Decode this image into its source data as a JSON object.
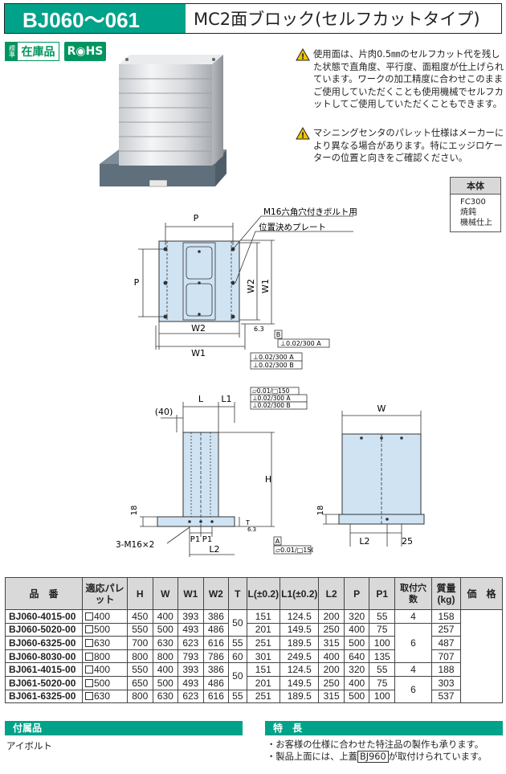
{
  "header": {
    "code": "BJ060～061",
    "title": "MC2面ブロック(セルフカットタイプ)"
  },
  "badges": {
    "std_small": "標準",
    "stock": "在庫品",
    "rohs": "R◉HS"
  },
  "notes": [
    "使用面は、片肉0.5㎜のセルフカット代を残した状態で直角度、平行度、面粗度が仕上げられています。ワークの加工精度に合わせこのままご使用していただくことも使用機械でセルフカットしてご使用していただくこともできます。",
    "マシニングセンタのパレット仕様はメーカーにより異なる場合があります。特にエッジロケーターの位置と向きをご確認ください。"
  ],
  "material": {
    "title": "本体",
    "lines": [
      "FC300",
      "焼鈍",
      "機械仕上"
    ]
  },
  "drawing": {
    "top_view": {
      "label_P_top": "P",
      "label_P_side": "P",
      "label_W2_right": "W2",
      "label_W1_right": "W1",
      "label_W2_bottom": "W2",
      "label_W1_bottom": "W1",
      "callout_bolt": "M16六角穴付きボルト用",
      "callout_plate": "位置決めプレート",
      "surface_mark": "6.3",
      "datum_B": "B",
      "tol1": "⊥0.02/300 A",
      "tol2": "⊥0.02/300 A",
      "tol3": "⊥0.02/300 B"
    },
    "side_view": {
      "label_40": "(40)",
      "label_L": "L",
      "label_L1": "L1",
      "label_H": "H",
      "label_18": "18",
      "label_T": "T",
      "label_P1a": "P1",
      "label_P1b": "P1",
      "label_L2": "L2",
      "label_3m16": "3-M16×2",
      "datum_A": "A",
      "surface_mark": "6.3",
      "tol1": "▱0.01/□150",
      "tol2": "⊥0.02/300 A",
      "tol3": "⊥0.02/300 B",
      "tol_bottom": "▱0.01/□150"
    },
    "front_view": {
      "label_W": "W",
      "label_18": "18",
      "label_L2": "L2",
      "label_25": "25"
    }
  },
  "table": {
    "headers": [
      "品　番",
      "適応パレット",
      "H",
      "W",
      "W1",
      "W2",
      "T",
      "L(±0.2)",
      "L1(±0.2)",
      "L2",
      "P",
      "P1",
      "取付穴数",
      "質量(kg)",
      "価　格"
    ],
    "rows": [
      [
        "BJ060-4015-00",
        "400",
        "450",
        "400",
        "393",
        "386",
        "50",
        "151",
        "124.5",
        "200",
        "320",
        "55",
        "4",
        "158",
        ""
      ],
      [
        "BJ060-5020-00",
        "500",
        "550",
        "500",
        "493",
        "486",
        "",
        "201",
        "149.5",
        "250",
        "400",
        "75",
        "",
        "257",
        ""
      ],
      [
        "BJ060-6325-00",
        "630",
        "700",
        "630",
        "623",
        "616",
        "55",
        "251",
        "189.5",
        "315",
        "500",
        "100",
        "6",
        "487",
        ""
      ],
      [
        "BJ060-8030-00",
        "800",
        "800",
        "800",
        "793",
        "786",
        "60",
        "301",
        "249.5",
        "400",
        "640",
        "135",
        "",
        "707",
        ""
      ],
      [
        "BJ061-4015-00",
        "400",
        "550",
        "400",
        "393",
        "386",
        "50",
        "151",
        "124.5",
        "200",
        "320",
        "55",
        "4",
        "188",
        ""
      ],
      [
        "BJ061-5020-00",
        "500",
        "650",
        "500",
        "493",
        "486",
        "",
        "201",
        "149.5",
        "250",
        "400",
        "75",
        "6",
        "303",
        ""
      ],
      [
        "BJ061-6325-00",
        "630",
        "800",
        "630",
        "623",
        "616",
        "55",
        "251",
        "189.5",
        "315",
        "500",
        "100",
        "",
        "537",
        ""
      ]
    ]
  },
  "accessories": {
    "title": "付属品",
    "text": "アイボルト"
  },
  "features": {
    "title": "特　長",
    "line1": "・お客様の仕様に合わせた特注品の製作も承ります。",
    "line2_pre": "・製品上面には、上蓋",
    "line2_box": "BJ960",
    "line2_post": "が取付けられています。"
  },
  "colors": {
    "accent": "#00a28a",
    "badge_green": "#00955f",
    "part_fill": "#cfe3f3",
    "warning": "#f5c400"
  }
}
